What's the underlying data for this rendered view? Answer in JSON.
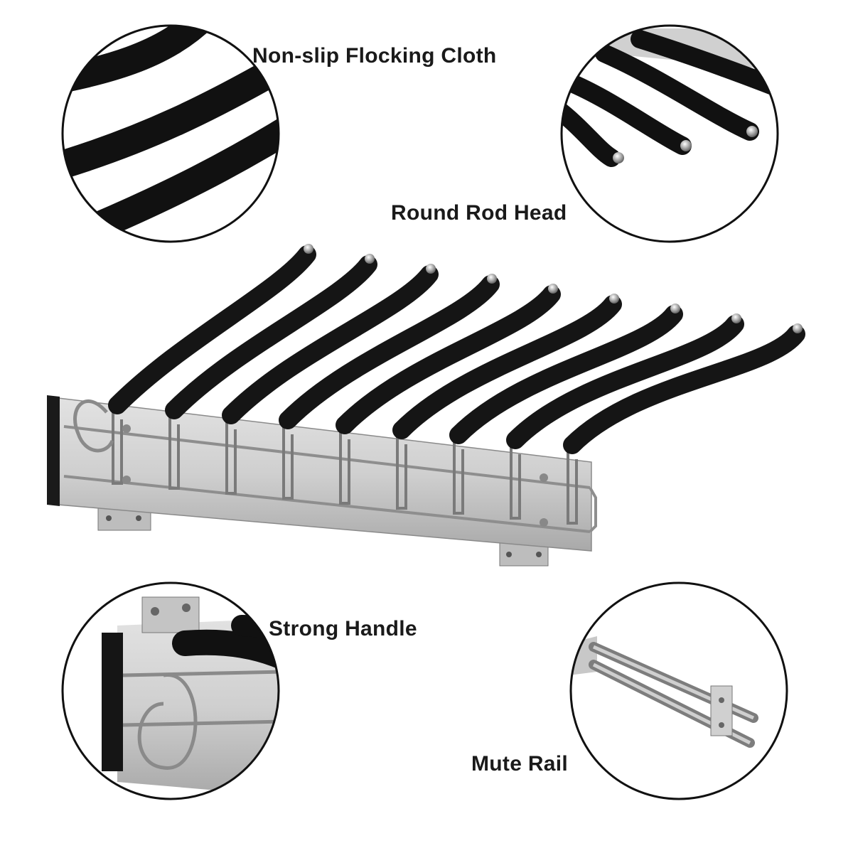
{
  "labels": {
    "flocking": "Non-slip Flocking Cloth",
    "rod_head": "Round Rod Head",
    "handle": "Strong Handle",
    "rail": "Mute Rail"
  },
  "colors": {
    "background": "#ffffff",
    "foam": "#151515",
    "aluminum": "#c9c9c9",
    "chrome": "#9a9a9a",
    "circle_border": "#111111"
  },
  "product": {
    "rod_count": 9
  }
}
